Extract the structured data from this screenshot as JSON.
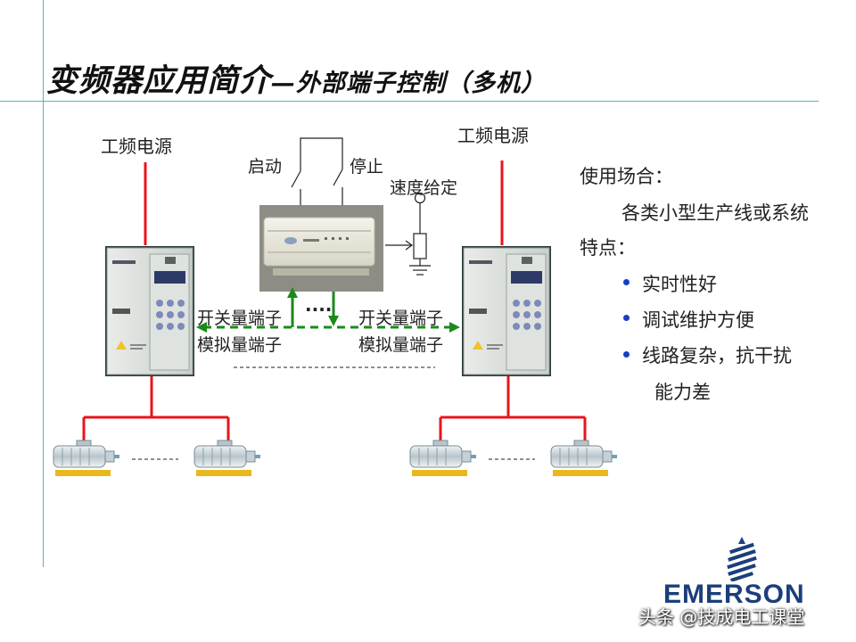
{
  "slide": {
    "title_main": "变频器应用简介",
    "title_sub": "—外部端子控制（多机）"
  },
  "diagram": {
    "power_left": "工频电源",
    "power_right": "工频电源",
    "start": "启动",
    "stop": "停止",
    "speed": "速度给定",
    "dots": "....",
    "switch_left": "开关量端子",
    "analog_left": "模拟量端子",
    "switch_right": "开关量端子",
    "analog_right": "模拟量端子"
  },
  "notes": {
    "usage_heading": "使用场合：",
    "usage_text": "各类小型生产线或系统",
    "features_heading": "特点：",
    "features": [
      "实时性好",
      "调试维护方便",
      "线路复杂，抗干扰",
      "能力差"
    ]
  },
  "brand": {
    "logo_text": "EMERSON"
  },
  "watermark": "头条 @技成电工课堂",
  "colors": {
    "power_line": "#e8141c",
    "signal_line": "#1a8a1a",
    "guide_line": "#4fb3c8",
    "bullet": "#1a3cc8"
  }
}
